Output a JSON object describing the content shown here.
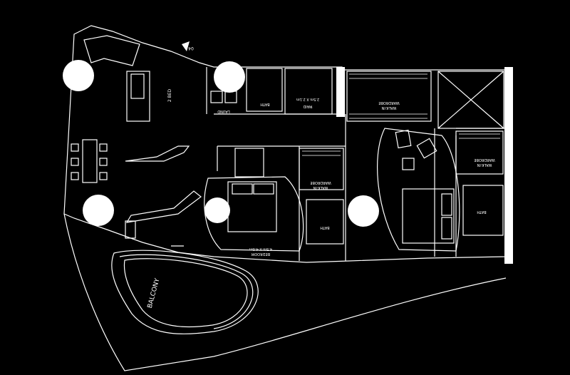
{
  "colors": {
    "background": "#000000",
    "line": "#ffffff",
    "marker": "#ffffff"
  },
  "labels": {
    "balcony": "BALCONY",
    "bed2": "2 BED",
    "laundry": "LAUND",
    "bath_top": "BATH",
    "maid": "MAID",
    "maid_size": "2.5m X 2.1m",
    "walkin_top": "WALK-IN",
    "wardrobe_top": "WARDROBE",
    "walkin_mid": "WALK-IN",
    "wardrobe_mid": "WARDROBE",
    "bedroom": "BEDROOM",
    "bedroom_size": "4.5m X 4.0m",
    "bath_mid": "BATH",
    "walkin_right": "WALK-IN",
    "wardrobe_right": "WARDROBE",
    "bath_right": "BATH",
    "section_mark": "04"
  }
}
